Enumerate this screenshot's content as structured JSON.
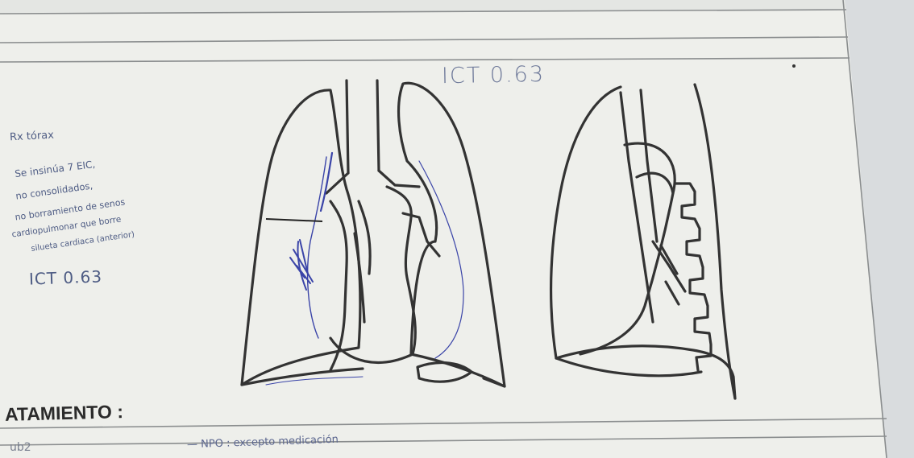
{
  "form": {
    "section_heading": "ATAMIENTO :",
    "bottom_row_left": "ub2",
    "bottom_row_note": "— NPO : excepto medicación"
  },
  "handwriting": {
    "ict_top": "ICT 0.63",
    "notes": [
      "Rx tórax",
      "Se insinúa 7 EIC,",
      "no consolidados,",
      "no borramiento de senos",
      "cardiopulmonar que borre",
      "silueta cardiaca (anterior)",
      "ICT 0.63"
    ]
  },
  "colors": {
    "paper": "#f1f2ee",
    "pencil": "#333333",
    "blue_ink": "#2e3a9e",
    "ruled_line": "#8a8d8e"
  },
  "icons": {
    "left_diagram": "pa-chest-xray-lung-diagram",
    "right_diagram": "lateral-chest-xray-diagram"
  }
}
